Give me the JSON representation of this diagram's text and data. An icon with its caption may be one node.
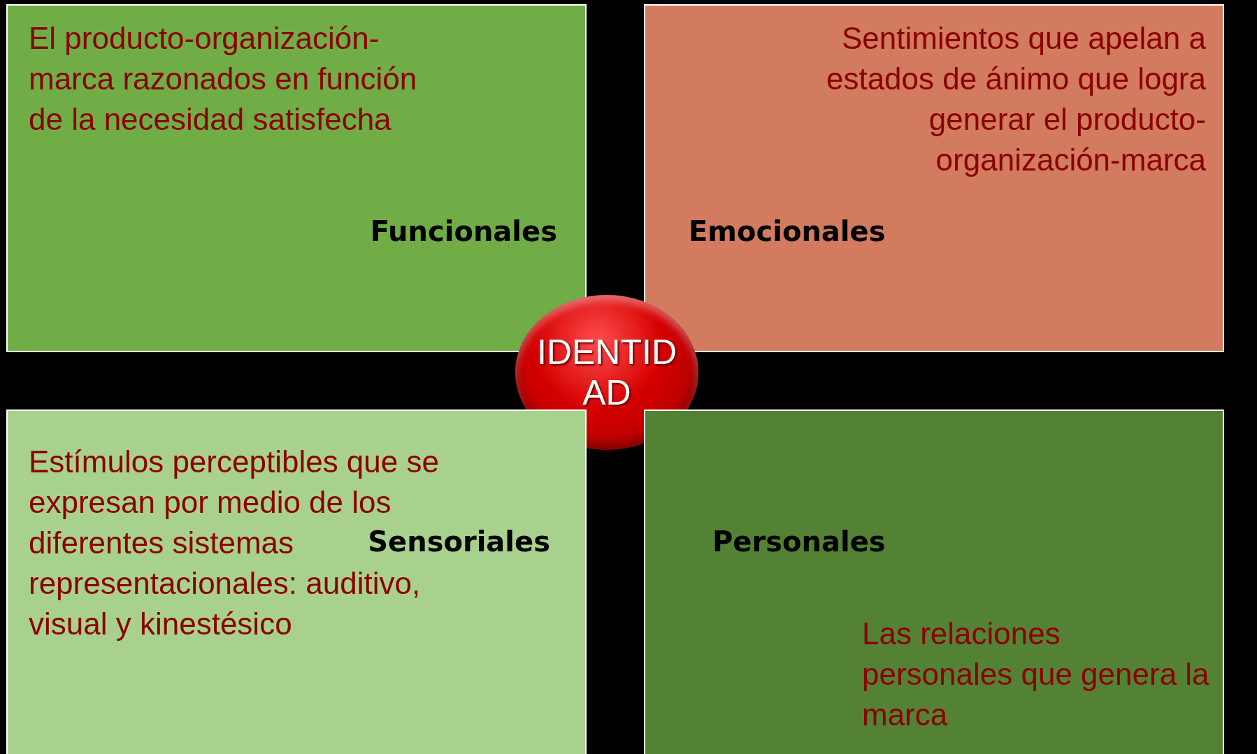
{
  "diagram": {
    "nodes": [
      {
        "text": [
          "El producto-organización-marca razonados en función de la necesidad satisfecha",
          "Funcionales"
        ]
      },
      {
        "text": [
          "Sentimientos que apelan a estados de ánimo que logra generar el producto-organización-marca",
          "Emocionales"
        ]
      },
      {
        "text": [
          "IDENTIDAD"
        ]
      },
      {
        "text": [
          "Estímulos perceptibles que se expresan por medio de los diferentes sistemas representacionales: auditivo, visual y kinestésico",
          "Sensoriales"
        ]
      },
      {
        "text": [
          "Personales",
          "Las relaciones personales que genera la marca"
        ]
      }
    ]
  }
}
